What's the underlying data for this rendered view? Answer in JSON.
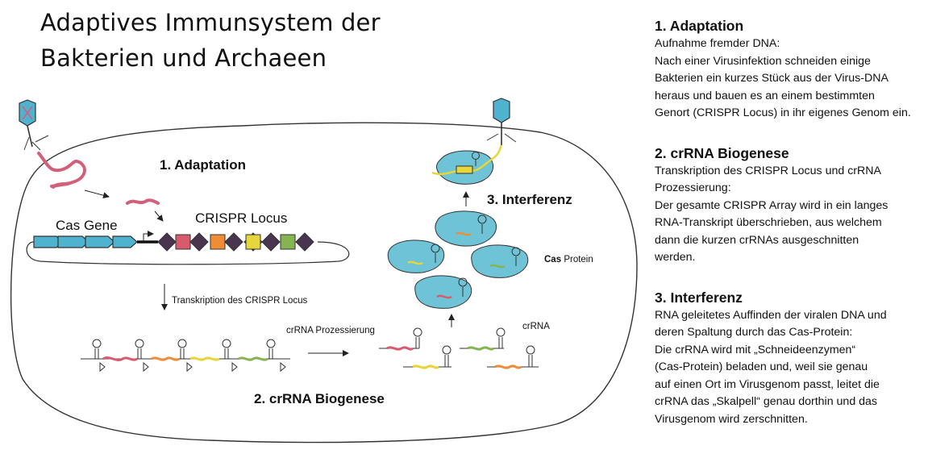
{
  "title_line1": "Adaptives Immunsystem der",
  "title_line2": "Bakterien und Archaeen",
  "diagram": {
    "adaptation_label": "1. Adaptation",
    "cas_gene_label": "Cas Gene",
    "crispr_locus_label": "CRISPR Locus",
    "transcription_label": "Transkription des CRISPR Locus",
    "processing_label": "crRNA Prozessierung",
    "crrna_label": "crRNA",
    "biogenesis_label": "2. crRNA Biogenese",
    "interference_label": "3. Interferenz",
    "cas_label_bold": "Cas",
    "cas_label_rest": "Protein",
    "colors": {
      "cas_gene": "#4fb3cf",
      "cas_protein": "#6ec3d6",
      "virus_dna": "#d3607a",
      "repeat": "#4a3550",
      "spacer_red": "#d85a6c",
      "spacer_orange": "#ef8c35",
      "spacer_yellow": "#e6d63a",
      "spacer_green": "#86b450"
    }
  },
  "sections": [
    {
      "heading": "1.   Adaptation",
      "lines": [
        "Aufnahme fremder DNA:",
        "Nach einer Virusinfektion schneiden einige",
        "Bakterien ein kurzes Stück aus der Virus-DNA",
        "heraus und bauen es an einem bestimmten",
        "Genort (CRISPR Locus) in ihr eigenes Genom ein."
      ]
    },
    {
      "heading": "2. crRNA Biogenese",
      "lines": [
        "Transkription des CRISPR Locus und crRNA",
        "Prozessierung:",
        "Der gesamte CRISPR Array wird in ein langes",
        "RNA-Transkript überschrieben, aus welchem",
        "dann die kurzen crRNAs ausgeschnitten",
        "werden."
      ]
    },
    {
      "heading": "3. Interferenz",
      "lines": [
        "RNA geleitetes Auffinden der viralen DNA und",
        "deren Spaltung durch das Cas-Protein:",
        "Die crRNA wird mit „Schneideenzymen“",
        "(Cas-Protein) beladen und, weil sie genau",
        "auf einen Ort im Virusgenom passt, leitet die",
        "crRNA das „Skalpell“ genau dorthin und das",
        "Virusgenom wird zerschnitten."
      ]
    }
  ]
}
